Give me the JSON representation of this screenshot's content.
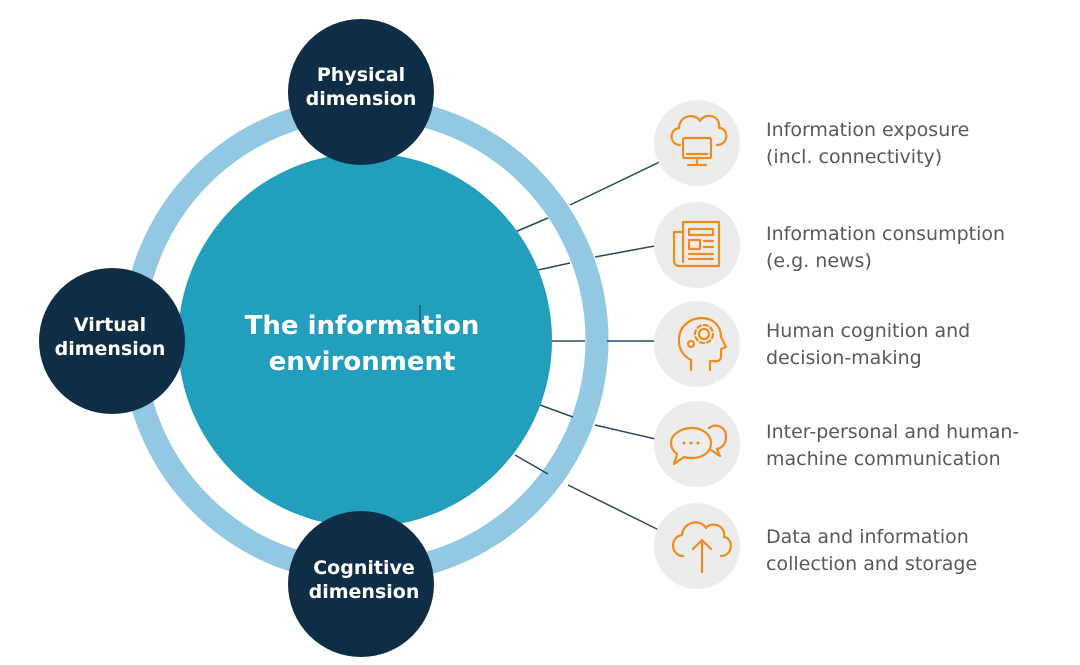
{
  "center": {
    "label": "The information\nenvironment"
  },
  "dimensions": {
    "physical": "Physical\ndimension",
    "virtual": "Virtual\ndimension",
    "cognitive": "Cognitive\ndimension"
  },
  "items": [
    {
      "icon": "cloud-monitor-icon",
      "label": "Information exposure\n(incl. connectivity)"
    },
    {
      "icon": "newspaper-icon",
      "label": "Information consumption\n(e.g. news)"
    },
    {
      "icon": "head-gear-icon",
      "label": "Human cognition and\ndecision-making"
    },
    {
      "icon": "chat-bubbles-icon",
      "label": "Inter-personal and human-\nmachine communication"
    },
    {
      "icon": "cloud-upload-icon",
      "label": "Data and information\ncollection and storage"
    }
  ],
  "colors": {
    "ring": "#92c8e4",
    "center": "#219fbd",
    "dimension_node": "#0e2e47",
    "icon_bg": "#ececec",
    "icon": "#f08c1e",
    "connector": "#2a4a5e",
    "text": "#555a60"
  }
}
